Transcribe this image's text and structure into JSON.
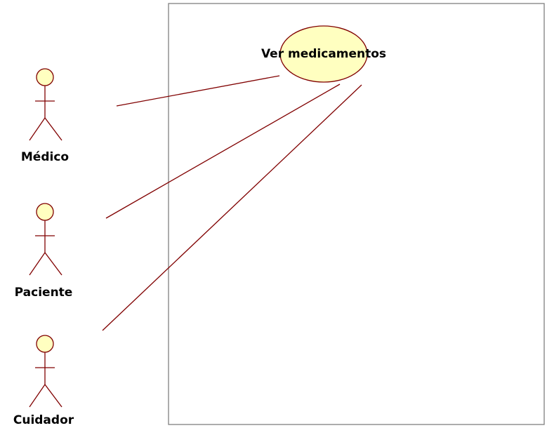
{
  "system": {
    "name": ""
  },
  "use_cases": [
    {
      "id": "uc1",
      "label": "Ver medicamentos"
    }
  ],
  "actors": [
    {
      "id": "medico",
      "label": "Médico"
    },
    {
      "id": "paciente",
      "label": "Paciente"
    },
    {
      "id": "cuidador",
      "label": "Cuidador"
    }
  ],
  "associations": [
    {
      "from": "medico",
      "to": "uc1"
    },
    {
      "from": "paciente",
      "to": "uc1"
    },
    {
      "from": "cuidador",
      "to": "uc1"
    }
  ],
  "colors": {
    "actor_fill": "#ffffc0",
    "line": "#800000",
    "use_case_fill": "#ffffc0",
    "use_case_stroke": "#800000",
    "boundary_stroke": "#808080",
    "boundary_fill": "#ffffff"
  }
}
